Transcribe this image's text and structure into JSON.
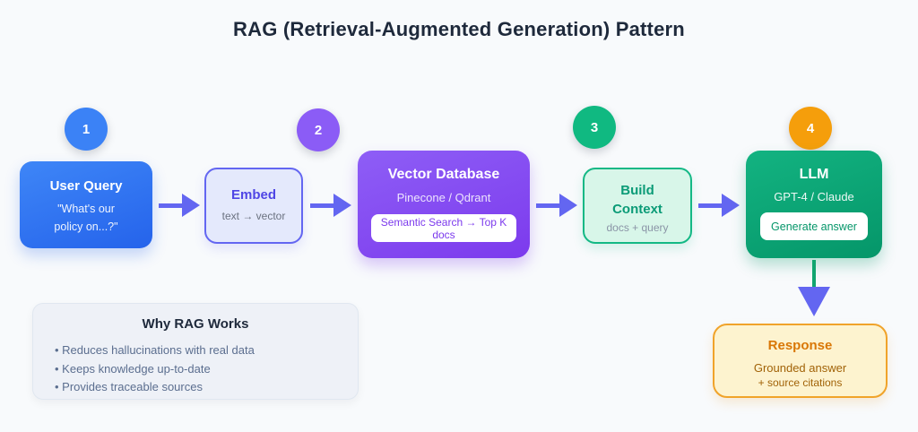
{
  "title": "RAG (Retrieval-Augmented Generation) Pattern",
  "steps": [
    {
      "number": "1",
      "color": "#3b82f6"
    },
    {
      "number": "2",
      "color": "#8b5cf6"
    },
    {
      "number": "3",
      "color": "#10b981"
    },
    {
      "number": "4",
      "color": "#f59e0b"
    }
  ],
  "nodes": {
    "user_query": {
      "title": "User Query",
      "subtitle_line1": "\"What's our",
      "subtitle_line2": "policy on...?\"",
      "color": "#2563eb"
    },
    "embed": {
      "title": "Embed",
      "subtitle": "text → vector",
      "border_color": "#6366f1"
    },
    "vector_db": {
      "title": "Vector Database",
      "subtitle": "Pinecone / Qdrant",
      "badge": "Semantic Search → Top K docs",
      "color": "#7c3aed"
    },
    "build_context": {
      "title_line1": "Build",
      "title_line2": "Context",
      "subtitle": "docs + query",
      "border_color": "#10b981"
    },
    "llm": {
      "title": "LLM",
      "subtitle": "GPT-4 / Claude",
      "badge": "Generate answer",
      "color": "#059669"
    },
    "response": {
      "title": "Response",
      "subtitle_line1": "Grounded answer",
      "subtitle_line2": "+ source citations",
      "border_color": "#f0a32a"
    }
  },
  "why_box": {
    "title": "Why RAG Works",
    "bullets": [
      "Reduces hallucinations with real data",
      "Keeps knowledge up-to-date",
      "Provides traceable sources"
    ]
  },
  "colors": {
    "background": "#f8fafc",
    "title_text": "#1e293b",
    "arrow": "#6366f1",
    "down_arrow_stem": "#10a56f"
  }
}
